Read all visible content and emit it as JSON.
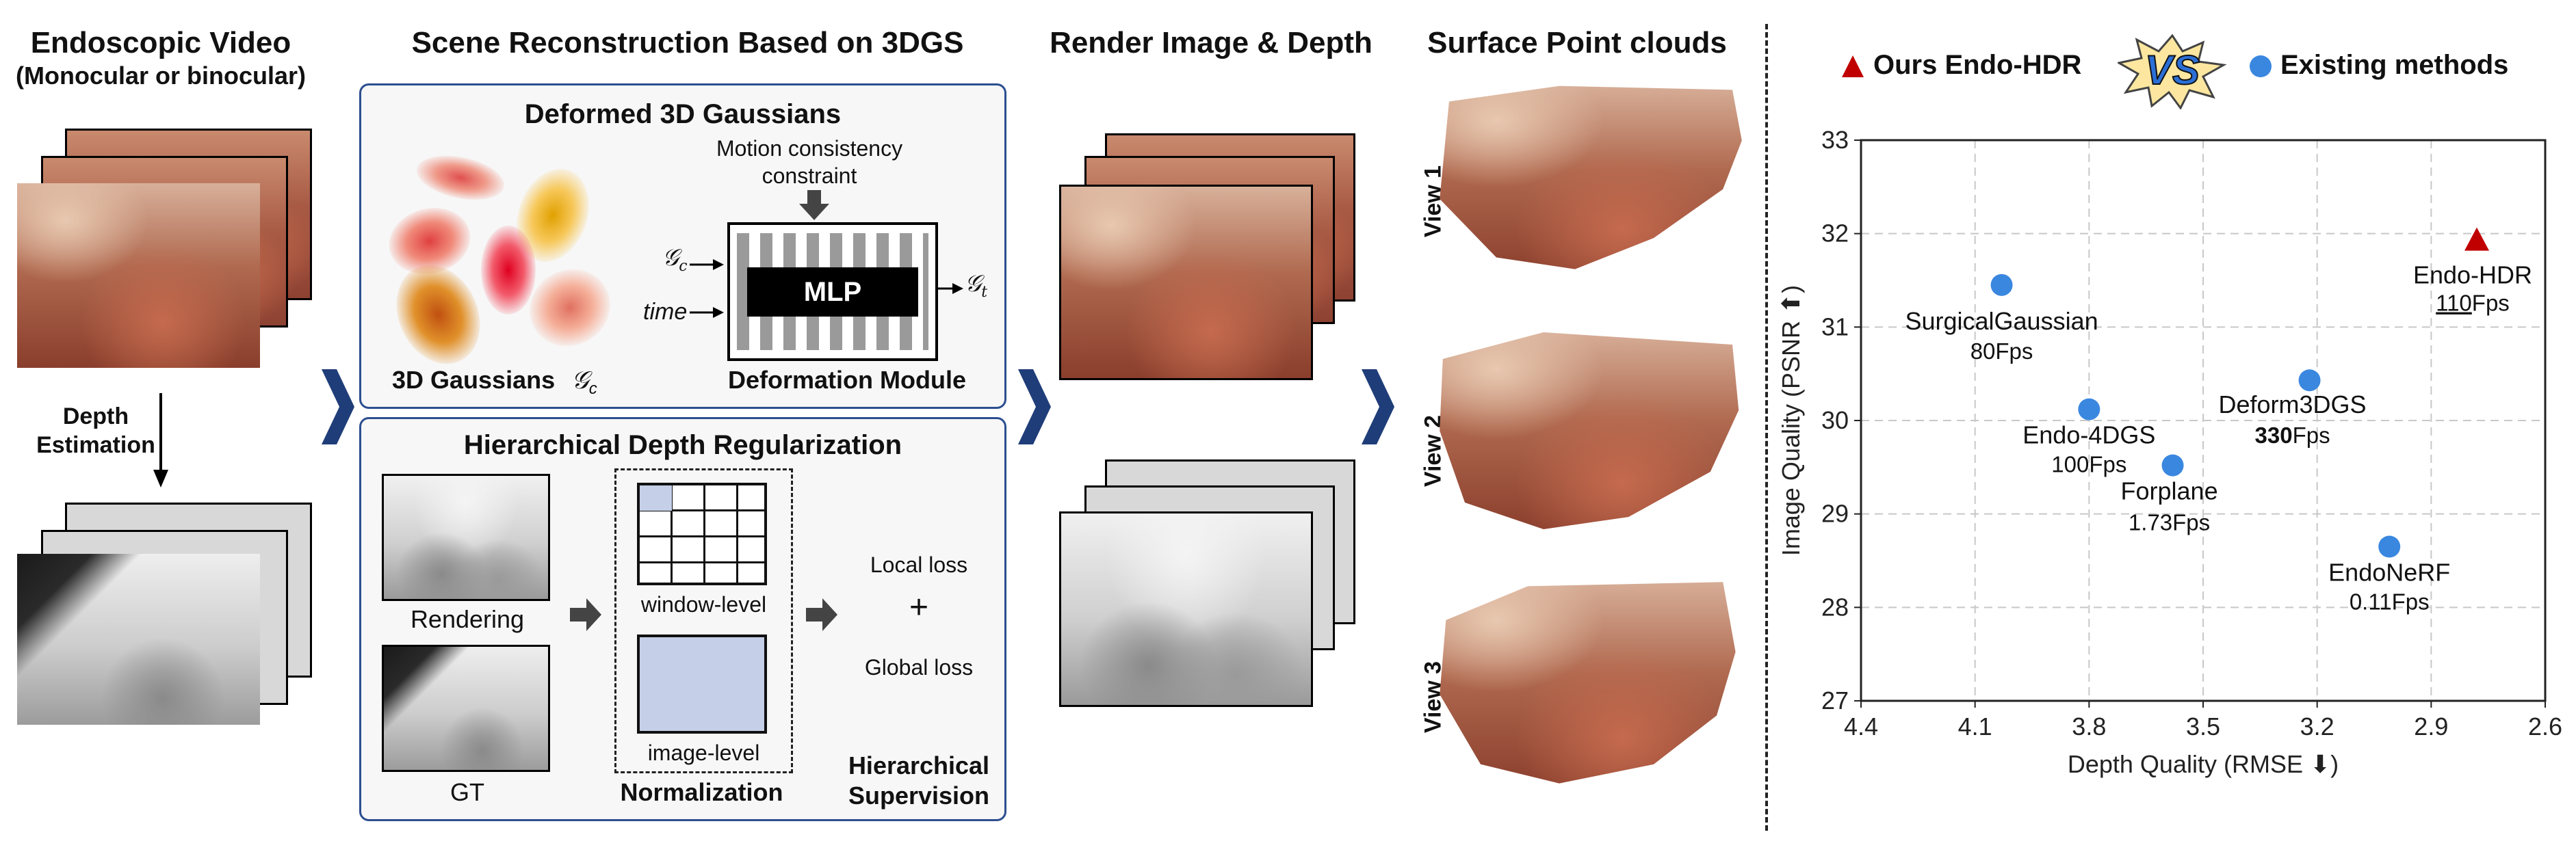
{
  "sections": {
    "input_title": "Endoscopic Video",
    "input_subtitle": "(Monocular or binocular)",
    "depth_estimation": "Depth\nEstimation",
    "recon_title": "Scene Reconstruction Based on 3DGS",
    "render_title": "Render Image & Depth",
    "surface_title": "Surface Point clouds"
  },
  "deform_panel": {
    "title": "Deformed 3D Gaussians",
    "motion_constraint": "Motion consistency\nconstraint",
    "gc_symbol": "𝒢",
    "gc_sub": "c",
    "time_label": "time",
    "mlp_label": "MLP",
    "gt_symbol": "𝒢",
    "gt_sub": "t",
    "gaussians_caption": "3D Gaussians",
    "deformation_caption": "Deformation Module"
  },
  "depth_panel": {
    "title": "Hierarchical Depth Regularization",
    "rendering_label": "Rendering",
    "gt_label": "GT",
    "window_level": "window-level",
    "image_level": "image-level",
    "normalization": "Normalization",
    "local_loss": "Local loss",
    "plus": "+",
    "global_loss": "Global loss",
    "hier_supervision": "Hierarchical\nSupervision"
  },
  "views": [
    "View 1",
    "View  2",
    "View 3"
  ],
  "legend": {
    "ours": "Ours Endo-HDR",
    "vs": "VS",
    "existing": "Existing methods",
    "ours_color": "#c00000",
    "existing_color": "#3a87e0"
  },
  "chart_data": {
    "type": "scatter",
    "xlabel": "Depth Quality (RMSE ⬇)",
    "ylabel": "Image Quality (PSNR ⬆)",
    "xlim": [
      4.4,
      2.6
    ],
    "ylim": [
      27,
      33
    ],
    "x_ticks": [
      "4.4",
      "4.1",
      "3.8",
      "3.5",
      "3.2",
      "2.9",
      "2.6"
    ],
    "y_ticks": [
      "27",
      "28",
      "29",
      "30",
      "31",
      "32",
      "33"
    ],
    "grid": true,
    "points": [
      {
        "name": "Endo-HDR",
        "fps": "110Fps",
        "x": 2.78,
        "y": 31.92,
        "ours": true
      },
      {
        "name": "SurgicalGaussian",
        "fps": "80Fps",
        "x": 4.03,
        "y": 31.45,
        "ours": false
      },
      {
        "name": "Deform3DGS",
        "fps": "330Fps",
        "x": 3.22,
        "y": 30.43,
        "ours": false
      },
      {
        "name": "Endo-4DGS",
        "fps": "100Fps",
        "x": 3.8,
        "y": 30.12,
        "ours": false
      },
      {
        "name": "Forplane",
        "fps": "1.73Fps",
        "x": 3.58,
        "y": 29.52,
        "ours": false
      },
      {
        "name": "EndoNeRF",
        "fps": "0.11Fps",
        "x": 3.01,
        "y": 28.65,
        "ours": false
      }
    ]
  }
}
